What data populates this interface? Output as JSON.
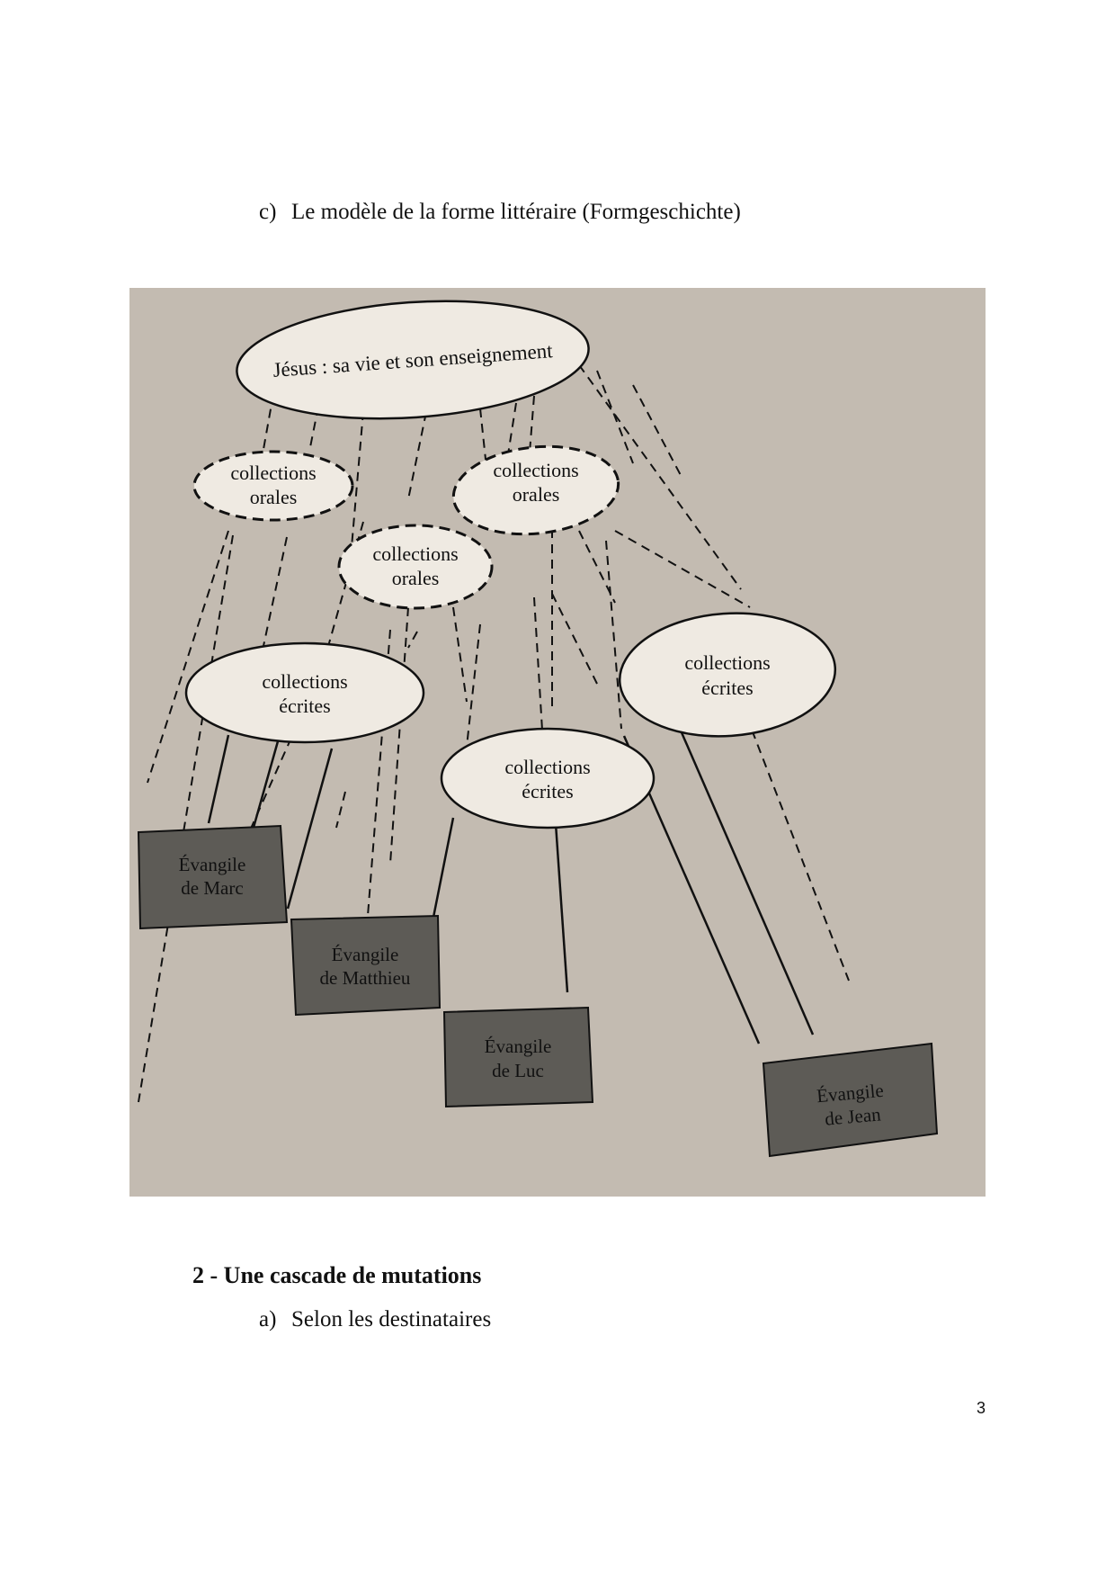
{
  "section_c": {
    "marker": "c)",
    "title": "Le modèle de la forme littéraire (Formgeschichte)"
  },
  "diagram": {
    "root": "Jésus : sa vie et son enseignement",
    "oral_collections": [
      [
        "collections",
        "orales"
      ],
      [
        "collections",
        "orales"
      ],
      [
        "collections",
        "orales"
      ]
    ],
    "written_collections": [
      [
        "collections",
        "écrites"
      ],
      [
        "collections",
        "écrites"
      ],
      [
        "collections",
        "écrites"
      ]
    ],
    "gospels": [
      [
        "Évangile",
        "de Marc"
      ],
      [
        "Évangile",
        "de Matthieu"
      ],
      [
        "Évangile",
        "de Luc"
      ],
      [
        "Évangile",
        "de Jean"
      ]
    ],
    "colors": {
      "background": "#c3bbb1",
      "node_fill": "#efeae2",
      "gospel_fill": "#5d5b56",
      "line": "#111111"
    }
  },
  "section_2": {
    "number": "2",
    "title": "Une cascade de mutations"
  },
  "section_a": {
    "marker": "a)",
    "title": "Selon les destinataires"
  },
  "page_number": "3"
}
